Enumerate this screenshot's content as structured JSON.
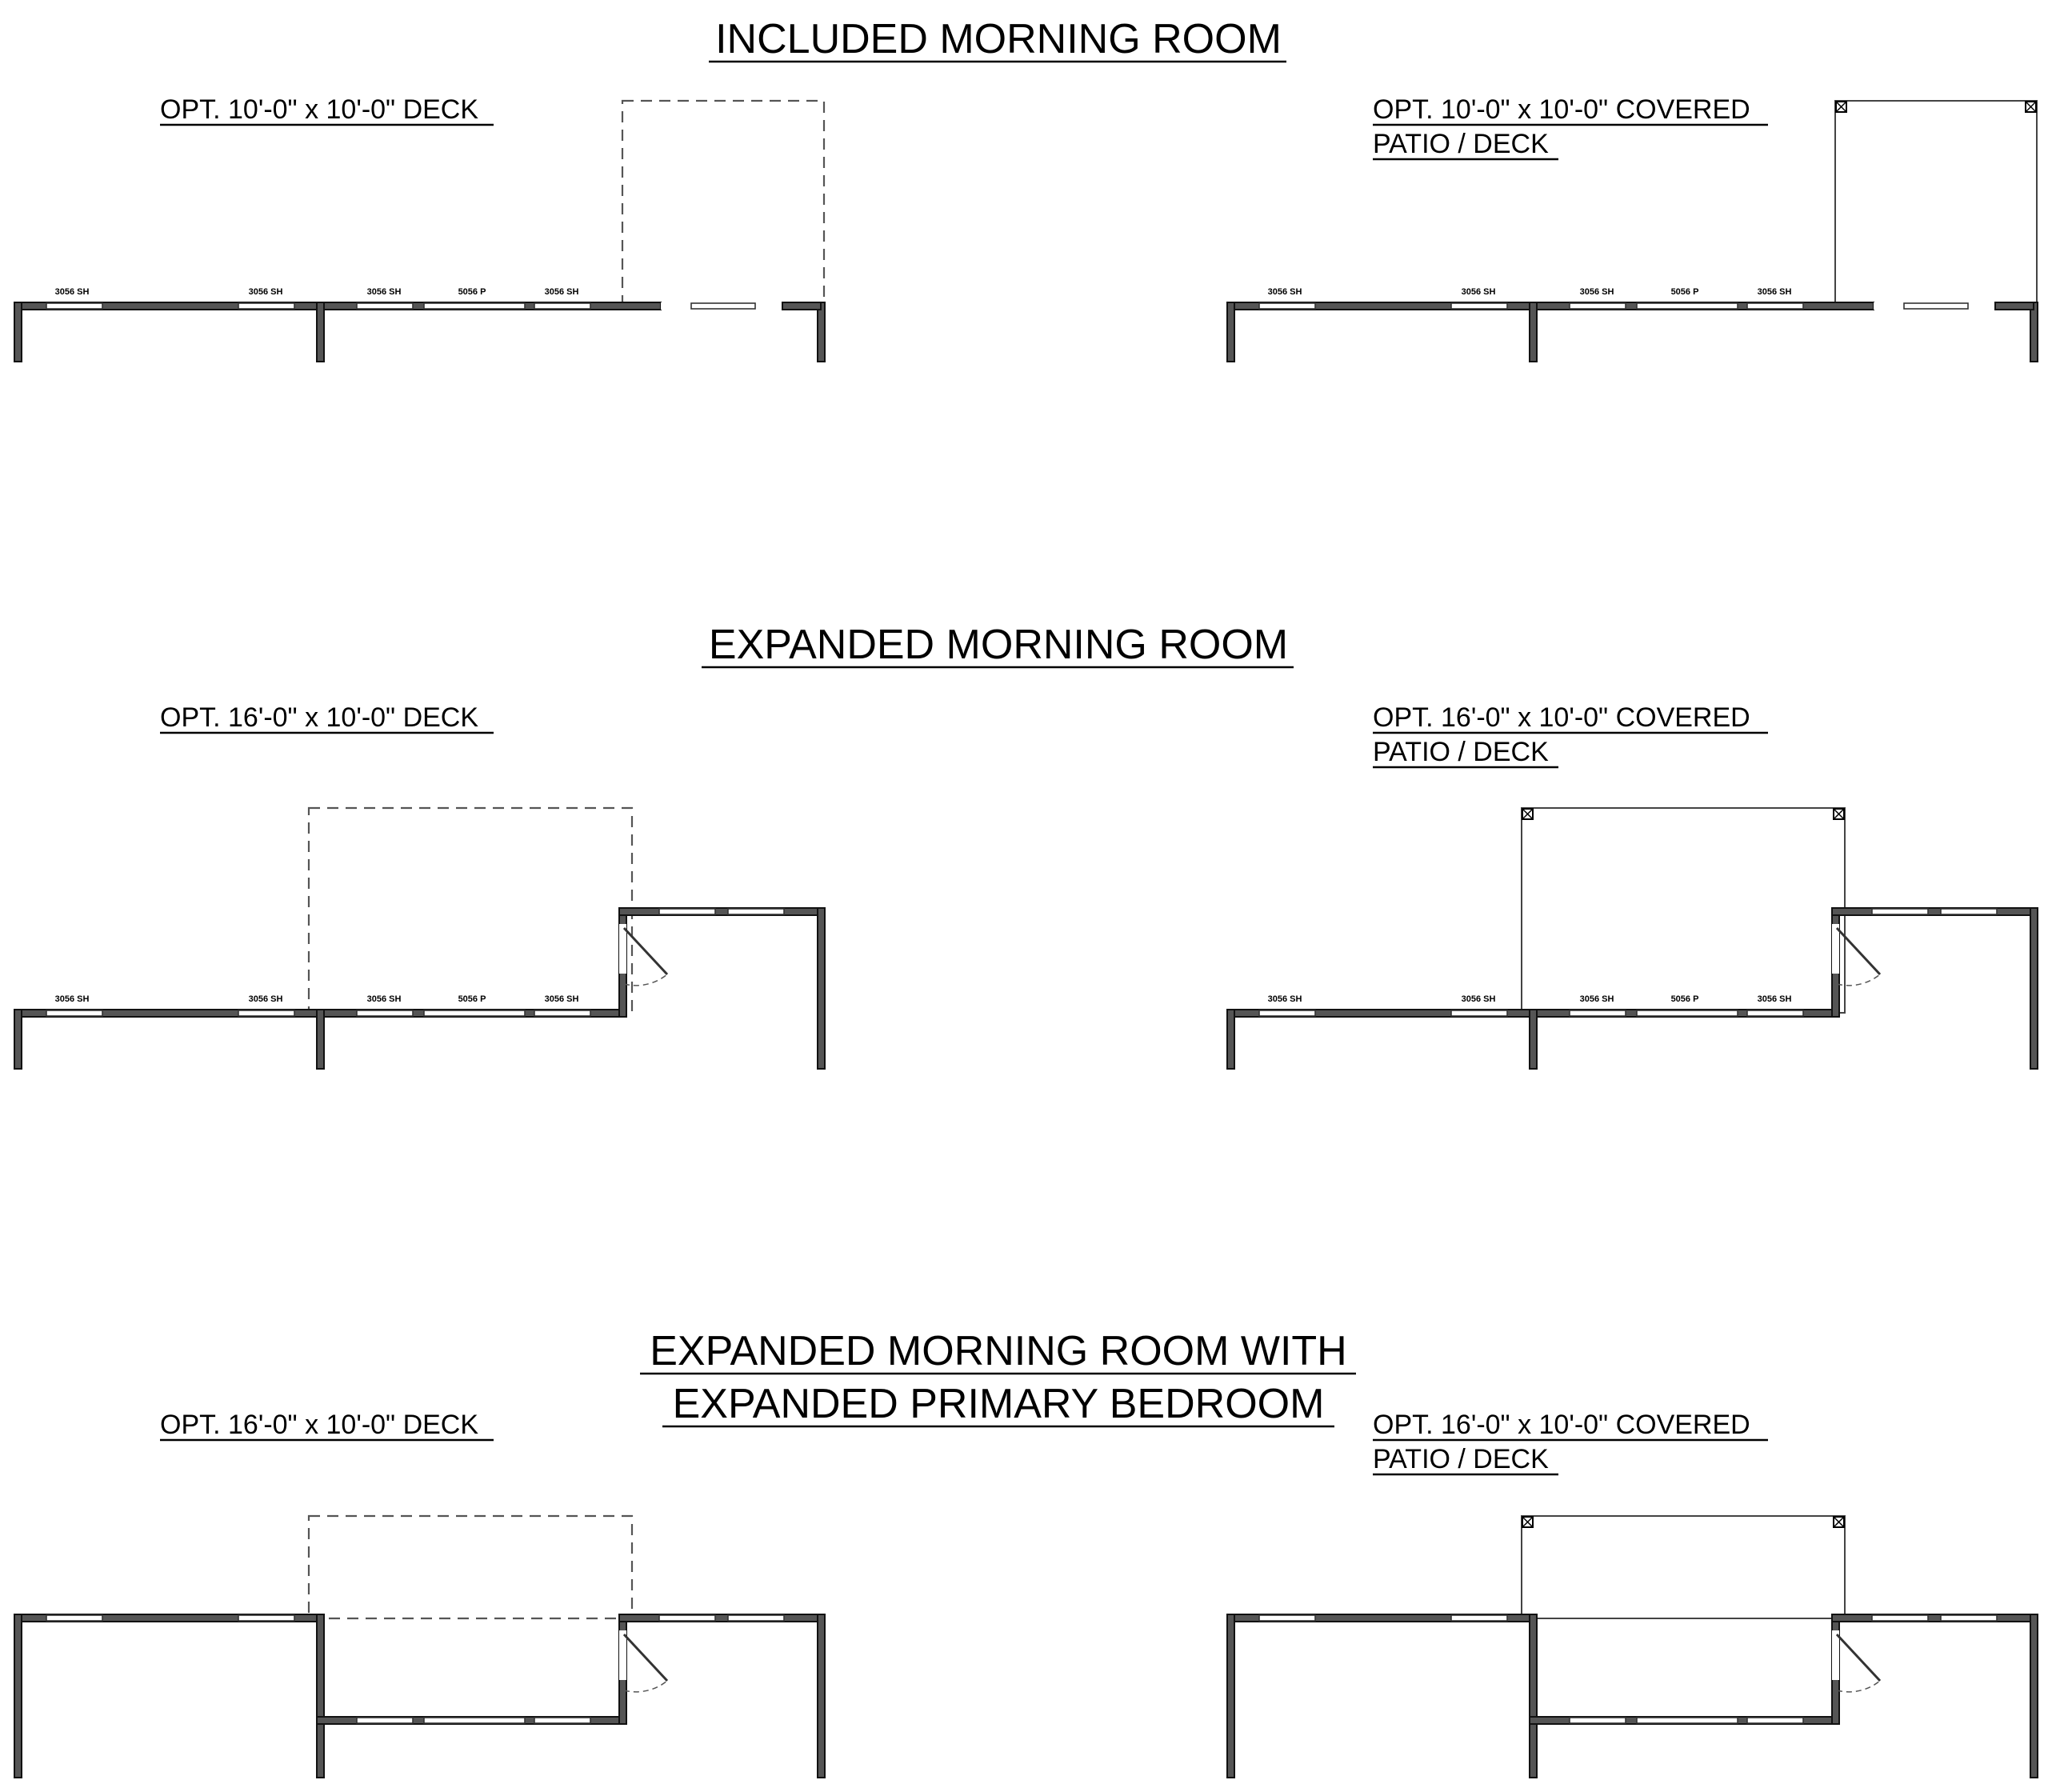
{
  "sections": [
    {
      "title": "INCLUDED MORNING ROOM",
      "deck_label": "OPT. 10'-0\" x 10'-0\" DECK",
      "covered_label_line1": "OPT. 10'-0\" x 10'-0\" COVERED",
      "covered_label_line2": "PATIO / DECK"
    },
    {
      "title": "EXPANDED MORNING ROOM",
      "deck_label": "OPT. 16'-0\" x 10'-0\" DECK",
      "covered_label_line1": "OPT. 16'-0\" x 10'-0\" COVERED",
      "covered_label_line2": "PATIO / DECK"
    },
    {
      "title_line1": "EXPANDED MORNING ROOM WITH",
      "title_line2": "EXPANDED PRIMARY BEDROOM",
      "deck_label": "OPT. 16'-0\" x 10'-0\" DECK",
      "covered_label_line1": "OPT. 16'-0\" x 10'-0\" COVERED",
      "covered_label_line2": "PATIO / DECK"
    }
  ],
  "window_tags": {
    "single_hung": "3056 SH",
    "picture": "5056 P"
  }
}
